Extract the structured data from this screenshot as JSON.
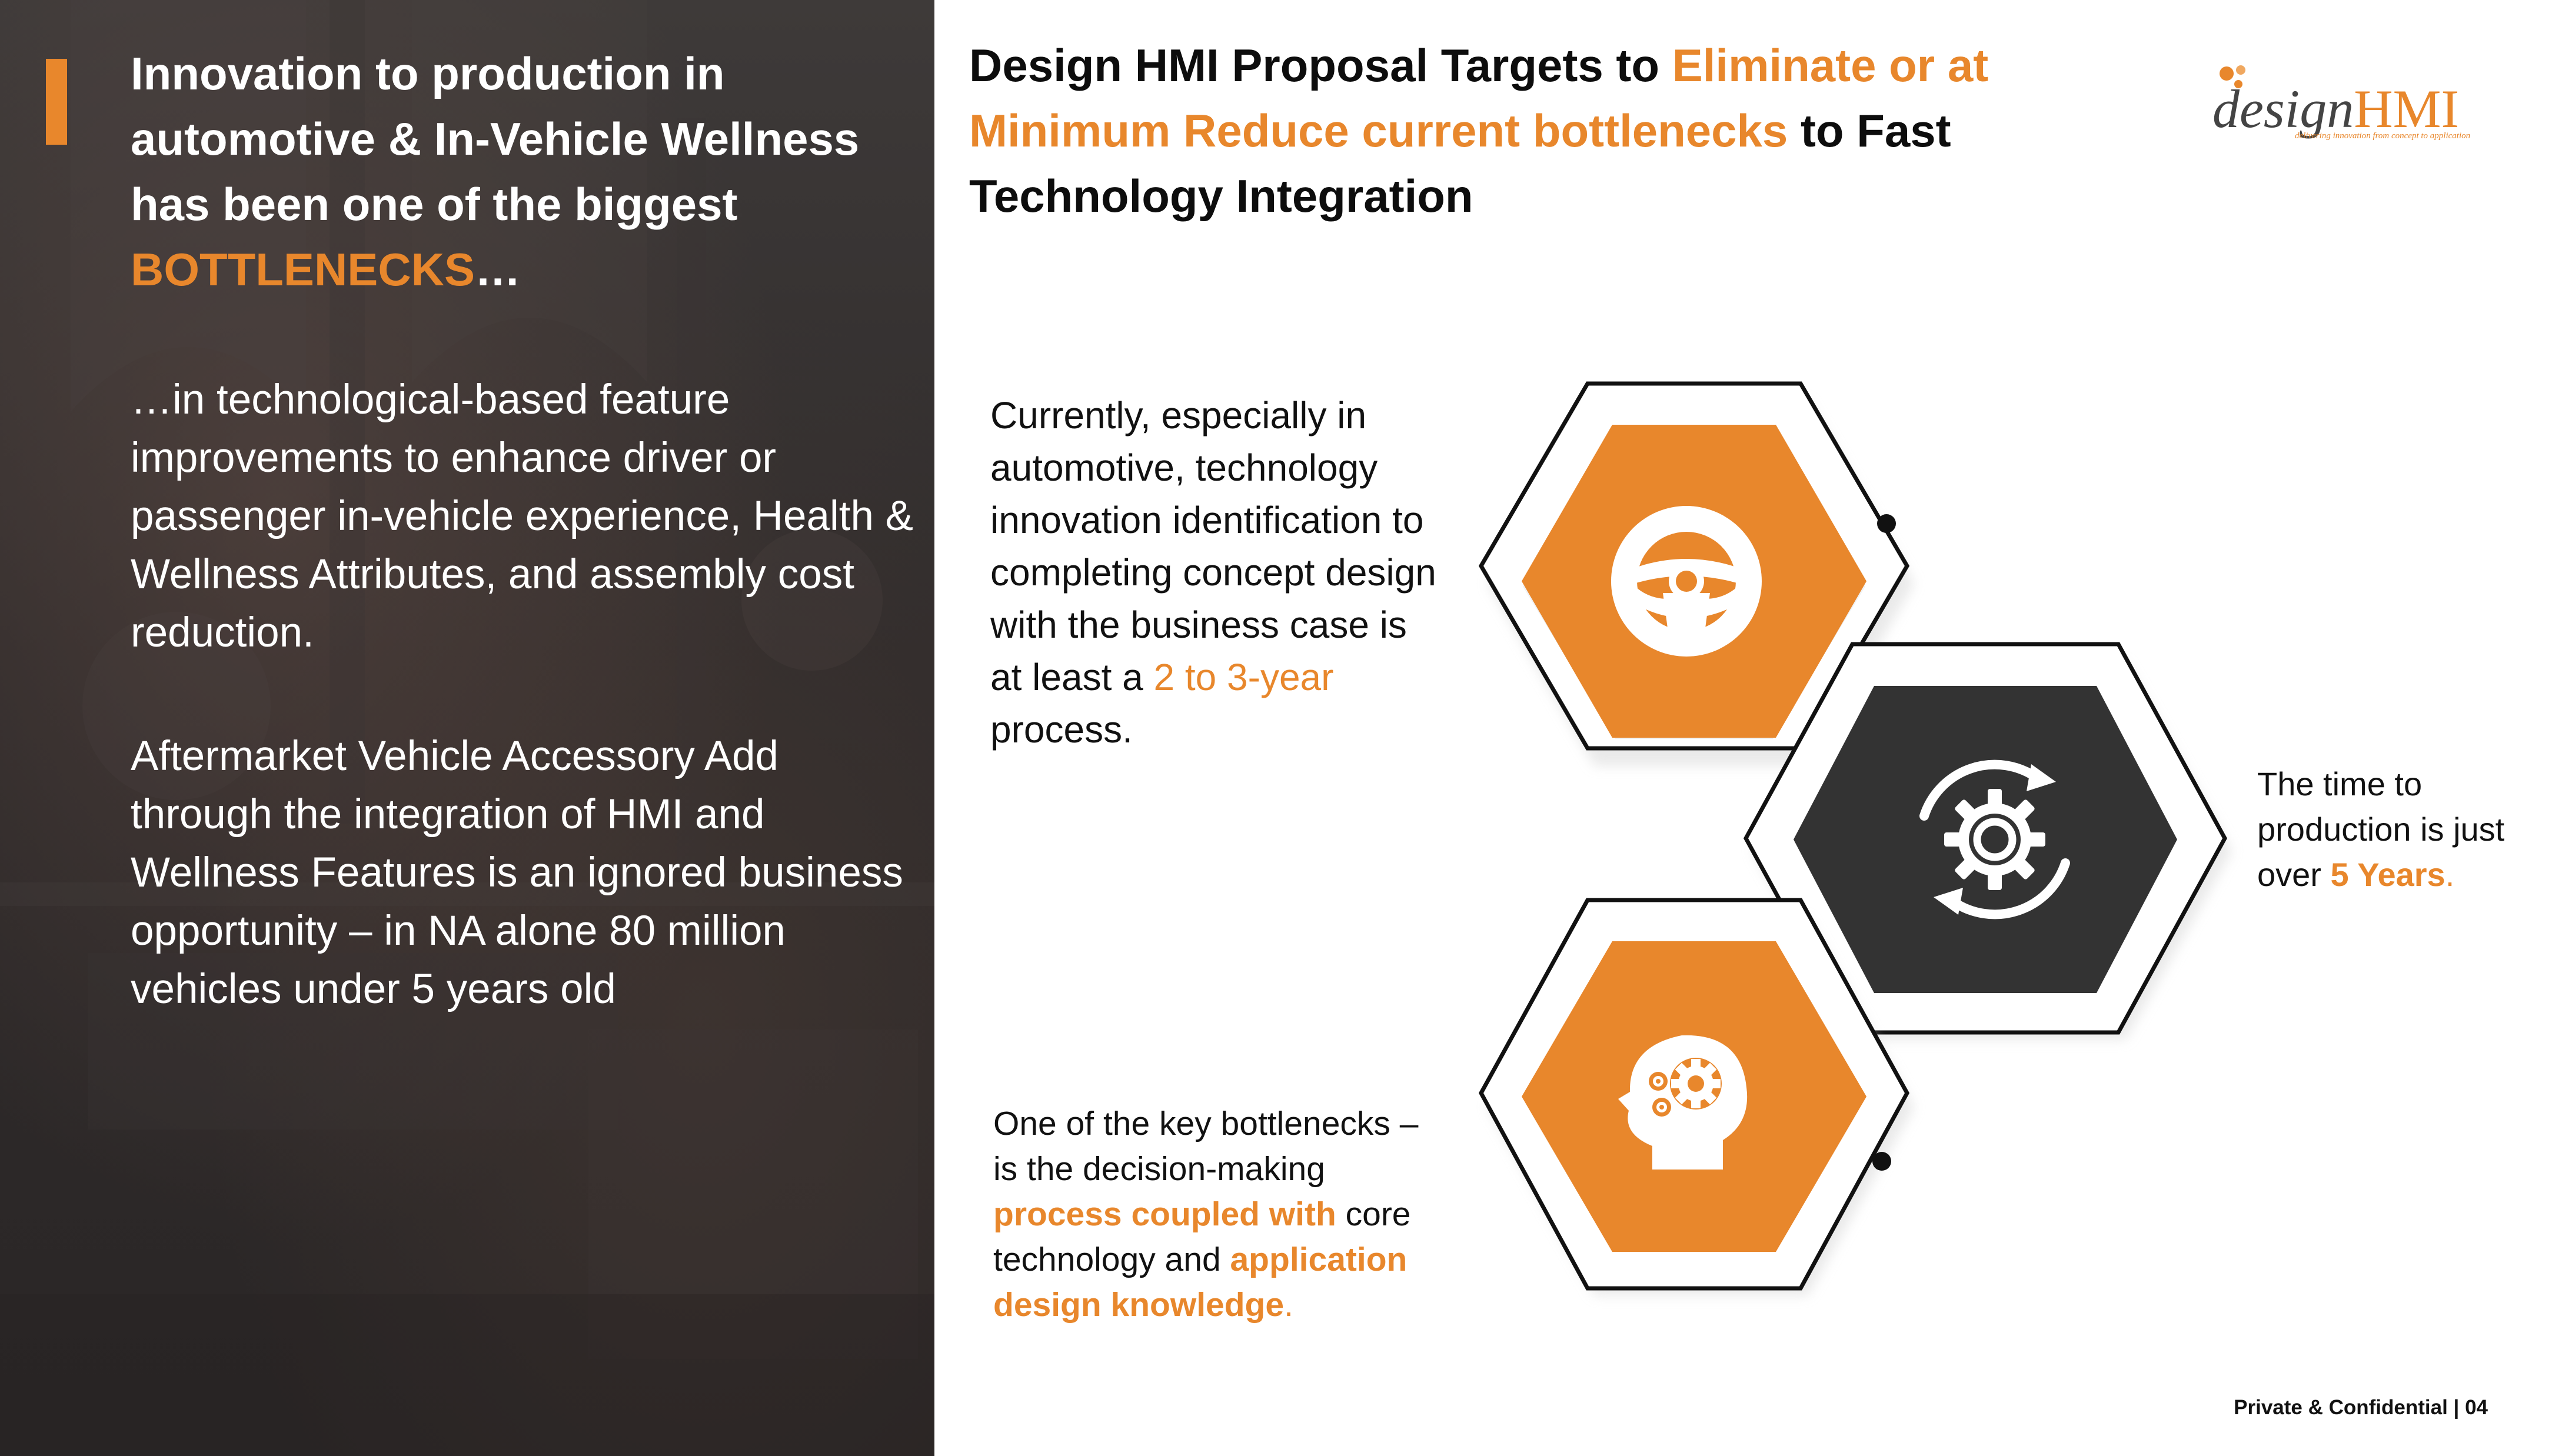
{
  "left": {
    "headline_part1": "Innovation to production in automotive & In-Vehicle Wellness has been one of the biggest ",
    "headline_highlight": "BOTTLENECKS",
    "headline_end": "…",
    "paragraph1": "…in technological-based feature improvements  to enhance driver or passenger in-vehicle experience, Health & Wellness Attributes, and assembly cost reduction.",
    "paragraph2": "Aftermarket Vehicle Accessory Add through the integration of HMI and Wellness Features is an ignored business opportunity – in NA alone 80 million vehicles under 5 years old"
  },
  "title": {
    "part1": "Design HMI Proposal Targets to ",
    "highlight": "Eliminate or at Minimum Reduce current bottlenecks",
    "part2": " to Fast Technology Integration"
  },
  "logo": {
    "word_design": "design",
    "word_hmi": "HMI",
    "tagline": "delivering innovation from concept to application"
  },
  "blocks": {
    "text1_a": "Currently, especially in automotive, technology innovation identification to completing concept design with the business case is at least a ",
    "text1_highlight": "2 to 3-year",
    "text1_b": " process.",
    "text2_a": "The time to production is just over ",
    "text2_highlight": "5 Years",
    "text2_b": ".",
    "text3_a": "One of the key bottlenecks – is the decision-making ",
    "text3_highlight1": "process coupled with",
    "text3_b": " core technology and ",
    "text3_highlight2": "application design knowledge",
    "text3_c": "."
  },
  "icons": {
    "hex1": "steering-wheel-icon",
    "hex2": "gear-cycle-icon",
    "hex3": "head-gears-icon"
  },
  "colors": {
    "accent": "#e8872c",
    "dark_hex": "#333333",
    "panel": "#2f2b2b"
  },
  "footer": {
    "label": "Private & Confidential | ",
    "page": "04"
  }
}
